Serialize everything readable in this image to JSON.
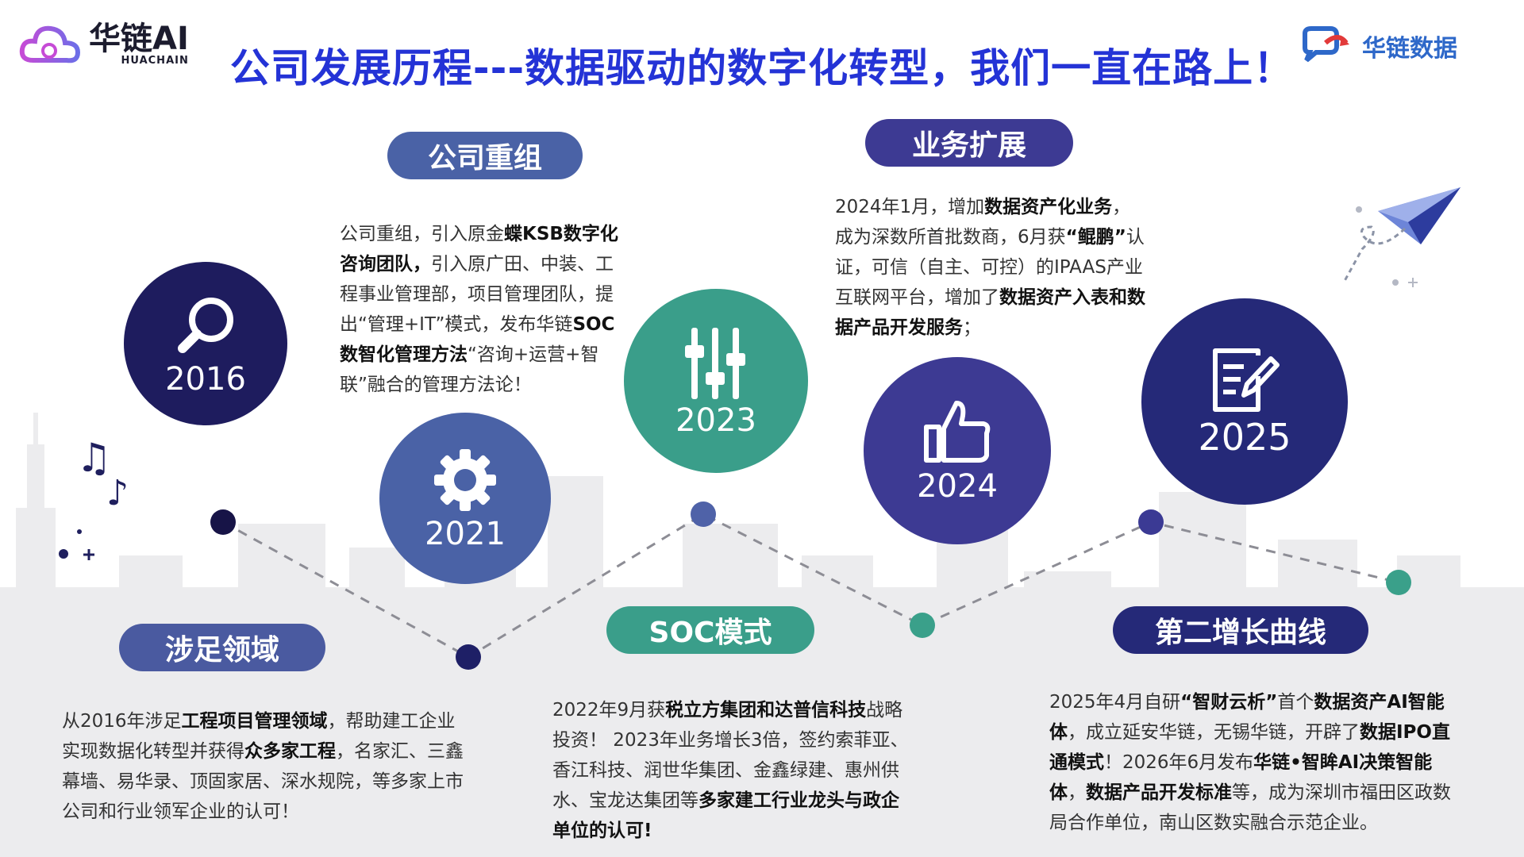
{
  "header": {
    "left_logo": {
      "name": "华链AI",
      "sub": "HUACHAIN"
    },
    "title": "公司发展历程---数据驱动的数字化转型，我们一直在路上！",
    "right_logo": {
      "name": "华链数据"
    }
  },
  "timeline": {
    "points": [
      {
        "year": "2016",
        "icon": "search-icon",
        "color": "#1e1c5e"
      },
      {
        "year": "2021",
        "icon": "gear-icon",
        "color": "#4a62a6"
      },
      {
        "year": "2023",
        "icon": "sliders-icon",
        "color": "#3a9e8a"
      },
      {
        "year": "2024",
        "icon": "thumbs-up-icon",
        "color": "#3d3a93"
      },
      {
        "year": "2025",
        "icon": "edit-document-icon",
        "color": "#252978"
      }
    ],
    "stages": [
      {
        "label": "涉足领域",
        "color": "#4a5aa0",
        "text": [
          {
            "t": "从2016年涉足"
          },
          {
            "t": "工程项目管理领域",
            "b": true
          },
          {
            "t": "，帮助建工企业实现数据化转型并获得"
          },
          {
            "t": "众多家工程",
            "b": true
          },
          {
            "t": "，名家汇、三鑫幕墙、易华录、顶固家居、深水规院，等多家上市公司和行业领军企业的认可！"
          }
        ]
      },
      {
        "label": "公司重组",
        "color": "#4a62a6",
        "text": [
          {
            "t": "公司重组，引入原金"
          },
          {
            "t": "蝶KSB数字化咨询团队，",
            "b": true
          },
          {
            "t": "引入原广田、中装、工程事业管理部，项目管理团队，提出“管理+IT”模式，发布华链"
          },
          {
            "t": "SOC数智化管理方法",
            "b": true
          },
          {
            "t": "“咨询+运营+智联”融合的管理方法论！"
          }
        ]
      },
      {
        "label": "SOC模式",
        "color": "#3a9e8a",
        "text": [
          {
            "t": "2022年9月获"
          },
          {
            "t": "税立方集团和达普信科技",
            "b": true
          },
          {
            "t": "战略投资！ 2023年业务增长3倍，签约索菲亚、香江科技、润世华集团、金鑫绿建、惠州供水、宝龙达集团等"
          },
          {
            "t": "多家建工行业龙头与政企单位的认可!",
            "b": true
          }
        ]
      },
      {
        "label": "业务扩展",
        "color": "#3d3a93",
        "text": [
          {
            "t": "2024年1月，增加"
          },
          {
            "t": "数据资产化业务",
            "b": true
          },
          {
            "t": "，成为深数所首批数商，6月获"
          },
          {
            "t": "“鲲鹏”",
            "b": true
          },
          {
            "t": "认证，可信（自主、可控）的IPAAS产业互联网平台，增加了"
          },
          {
            "t": "数据资产入表和数据产品开发服务",
            "b": true
          },
          {
            "t": "；"
          }
        ]
      },
      {
        "label": "第二增长曲线",
        "color": "#252978",
        "text": [
          {
            "t": "2025年4月自研"
          },
          {
            "t": "“智财云析”",
            "b": true
          },
          {
            "t": "首个"
          },
          {
            "t": "数据资产AI智能体",
            "b": true
          },
          {
            "t": "，成立延安华链，无锡华链，开辟了"
          },
          {
            "t": "数据IPO直通模式",
            "b": true
          },
          {
            "t": "！2026年6月发布"
          },
          {
            "t": "华链•智眸AI决策智能体",
            "b": true
          },
          {
            "t": "，"
          },
          {
            "t": "数据产品开发标准",
            "b": true
          },
          {
            "t": "等，成为深圳市福田区政数局合作单位，南山区数实融合示范企业。"
          }
        ]
      }
    ]
  },
  "decor": {
    "music_notes": [
      "♫",
      "♪"
    ],
    "paper_plane": "paper-plane-icon"
  }
}
